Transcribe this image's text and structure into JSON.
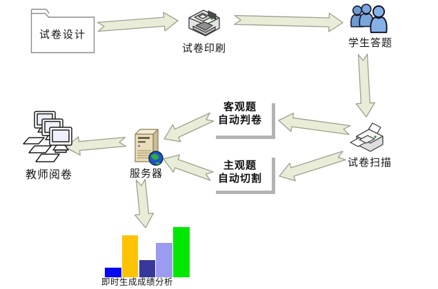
{
  "nodes": {
    "design": {
      "label": "试卷设计"
    },
    "print": {
      "label": "试卷印刷"
    },
    "students": {
      "label": "学生答题"
    },
    "scan": {
      "label": "试卷扫描"
    },
    "objective": {
      "line1": "客观题",
      "line2": "自动判卷"
    },
    "subjective": {
      "line1": "主观题",
      "line2": "自动切割"
    },
    "server": {
      "label": "服务器"
    },
    "teacher": {
      "label": "教师阅卷"
    },
    "analysis": {
      "label": "即时生成成绩分析"
    }
  },
  "icons": [
    "folder-icon",
    "printer-icon",
    "students-icon",
    "scanner-icon",
    "server-icon",
    "computers-icon",
    "bar-chart-icon"
  ],
  "colors": {
    "arrow_fill": "#e9ecd7",
    "arrow_stroke": "#98a08b",
    "bracket": "#b3b3b3",
    "text": "#141414"
  },
  "score_chart": {
    "type": "bar",
    "bars": [
      {
        "color": "#0009ef",
        "height": 14
      },
      {
        "color": "#fdc303",
        "height": 61
      },
      {
        "color": "#38389b",
        "height": 25
      },
      {
        "color": "#9b9bf2",
        "height": 50
      },
      {
        "color": "#02e802",
        "height": 73
      }
    ],
    "baseline": 403,
    "caption": "即时生成成绩分析"
  }
}
